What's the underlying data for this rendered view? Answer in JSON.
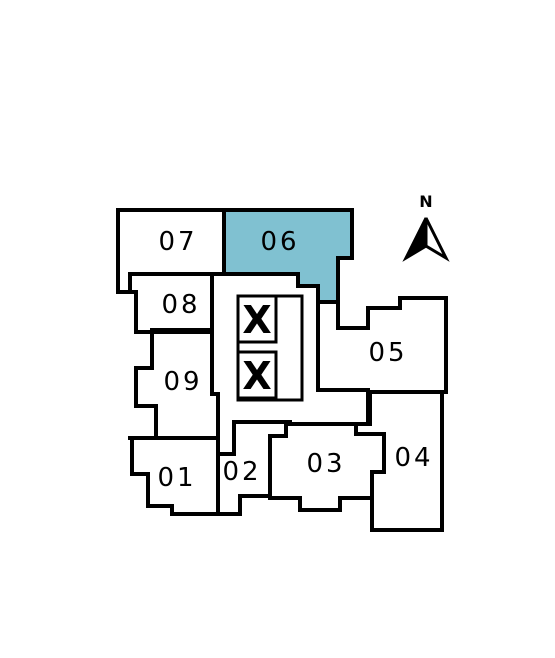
{
  "highlight_color": "#80c1d1",
  "compass": {
    "label": "N",
    "icon": "north-arrow-icon"
  },
  "units": {
    "u01": "01",
    "u02": "02",
    "u03": "03",
    "u04": "04",
    "u05": "05",
    "u06": "06",
    "u07": "07",
    "u08": "08",
    "u09": "09"
  },
  "highlighted_unit": "06",
  "core": {
    "elevator_top": "X",
    "elevator_bottom": "X"
  }
}
